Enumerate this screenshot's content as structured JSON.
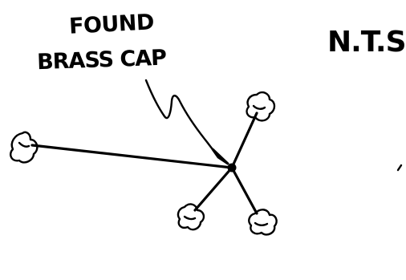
{
  "sketch": {
    "callout_line1": "FOUND",
    "callout_line2": "BRASS CAP",
    "scale_note": "N.T.S."
  }
}
